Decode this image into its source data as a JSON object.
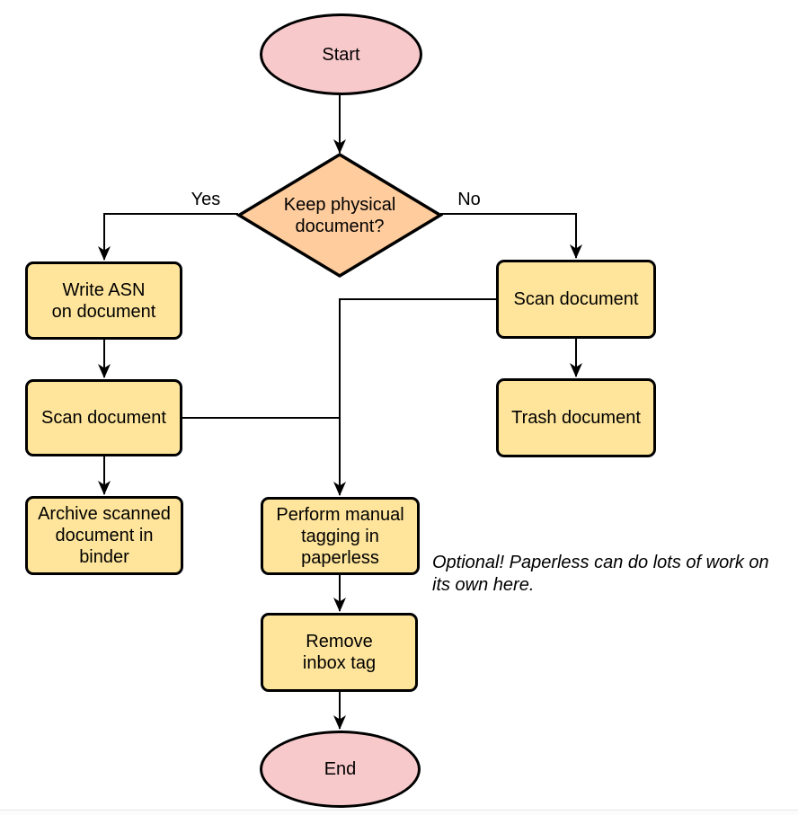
{
  "nodes": {
    "start": {
      "label": "Start",
      "type": "terminal"
    },
    "decision": {
      "label": "Keep physical\ndocument?",
      "type": "decision"
    },
    "write_asn": {
      "label": "Write ASN\non document",
      "type": "process"
    },
    "scan_left": {
      "label": "Scan document",
      "type": "process"
    },
    "archive": {
      "label": "Archive scanned\ndocument in\nbinder",
      "type": "process"
    },
    "scan_right": {
      "label": "Scan document",
      "type": "process"
    },
    "trash": {
      "label": "Trash document",
      "type": "process"
    },
    "tagging": {
      "label": "Perform manual\ntagging in\npaperless",
      "type": "process"
    },
    "remove_inbox": {
      "label": "Remove\ninbox tag",
      "type": "process"
    },
    "end": {
      "label": "End",
      "type": "terminal"
    }
  },
  "edge_labels": {
    "yes": "Yes",
    "no": "No"
  },
  "annotation": {
    "text": "Optional! Paperless can do lots of work on\nits own here."
  },
  "colors": {
    "background": "#ffffff",
    "terminal_fill": "#f8c9cb",
    "decision_fill": "#ffcc9d",
    "process_fill": "#ffe59b",
    "stroke": "#000000",
    "divider": "#e8e8e8"
  }
}
